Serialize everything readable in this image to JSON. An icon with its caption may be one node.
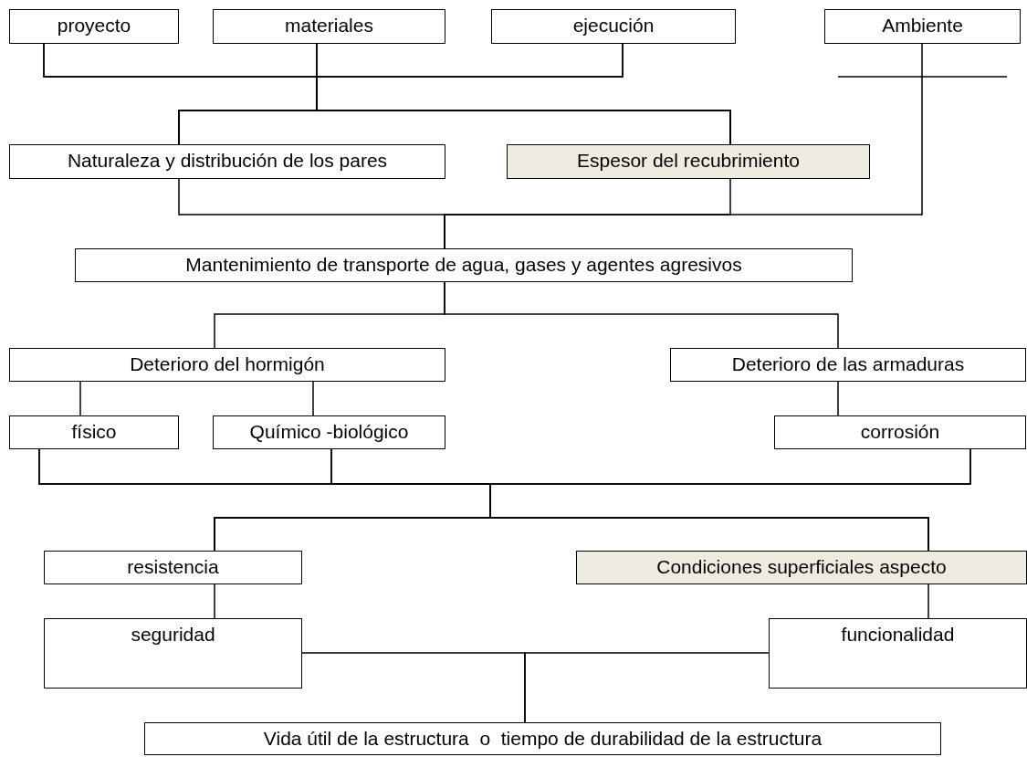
{
  "diagram": {
    "nodes": [
      {
        "text": [
          "proyecto"
        ]
      },
      {
        "text": [
          "materiales"
        ]
      },
      {
        "text": [
          "ejecución"
        ]
      },
      {
        "text": [
          "Ambiente"
        ]
      },
      {
        "text": [
          "Naturaleza y distribución de los pares"
        ]
      },
      {
        "text": [
          "Espesor del recubrimiento"
        ]
      },
      {
        "text": [
          "Mantenimiento de transporte de agua, gases y agentes agresivos"
        ]
      },
      {
        "text": [
          "Deterioro del hormigón"
        ]
      },
      {
        "text": [
          "Deterioro de las armaduras"
        ]
      },
      {
        "text": [
          "físico"
        ]
      },
      {
        "text": [
          "Químico -biológico"
        ]
      },
      {
        "text": [
          "corrosión"
        ]
      },
      {
        "text": [
          "resistencia"
        ]
      },
      {
        "text": [
          "Condiciones superficiales aspecto"
        ]
      },
      {
        "text": [
          "seguridad"
        ]
      },
      {
        "text": [
          "funcionalidad"
        ]
      },
      {
        "text": [
          "Vida útil de la estructura  o  tiempo de durabilidad de la estructura"
        ]
      }
    ],
    "edges": [
      {
        "from": 0,
        "to": 4,
        "arrow": "none"
      },
      {
        "from": 0,
        "to": 5,
        "arrow": "none"
      },
      {
        "from": 1,
        "to": 4,
        "arrow": "none"
      },
      {
        "from": 1,
        "to": 5,
        "arrow": "none"
      },
      {
        "from": 2,
        "to": 4,
        "arrow": "none"
      },
      {
        "from": 2,
        "to": 5,
        "arrow": "none"
      },
      {
        "from": 4,
        "to": 6,
        "arrow": "none"
      },
      {
        "from": 5,
        "to": 6,
        "arrow": "none"
      },
      {
        "from": 3,
        "to": 6,
        "arrow": "none"
      },
      {
        "from": 6,
        "to": 7,
        "arrow": "none"
      },
      {
        "from": 6,
        "to": 8,
        "arrow": "none"
      },
      {
        "from": 7,
        "to": 9,
        "arrow": "none"
      },
      {
        "from": 7,
        "to": 10,
        "arrow": "none"
      },
      {
        "from": 8,
        "to": 11,
        "arrow": "none"
      },
      {
        "from": 9,
        "to": 12,
        "arrow": "none"
      },
      {
        "from": 9,
        "to": 13,
        "arrow": "none"
      },
      {
        "from": 10,
        "to": 12,
        "arrow": "none"
      },
      {
        "from": 10,
        "to": 13,
        "arrow": "none"
      },
      {
        "from": 11,
        "to": 12,
        "arrow": "none"
      },
      {
        "from": 11,
        "to": 13,
        "arrow": "none"
      },
      {
        "from": 12,
        "to": 14,
        "arrow": "none"
      },
      {
        "from": 13,
        "to": 15,
        "arrow": "none"
      },
      {
        "from": 14,
        "to": 16,
        "arrow": "none"
      },
      {
        "from": 15,
        "to": 16,
        "arrow": "none"
      }
    ]
  }
}
